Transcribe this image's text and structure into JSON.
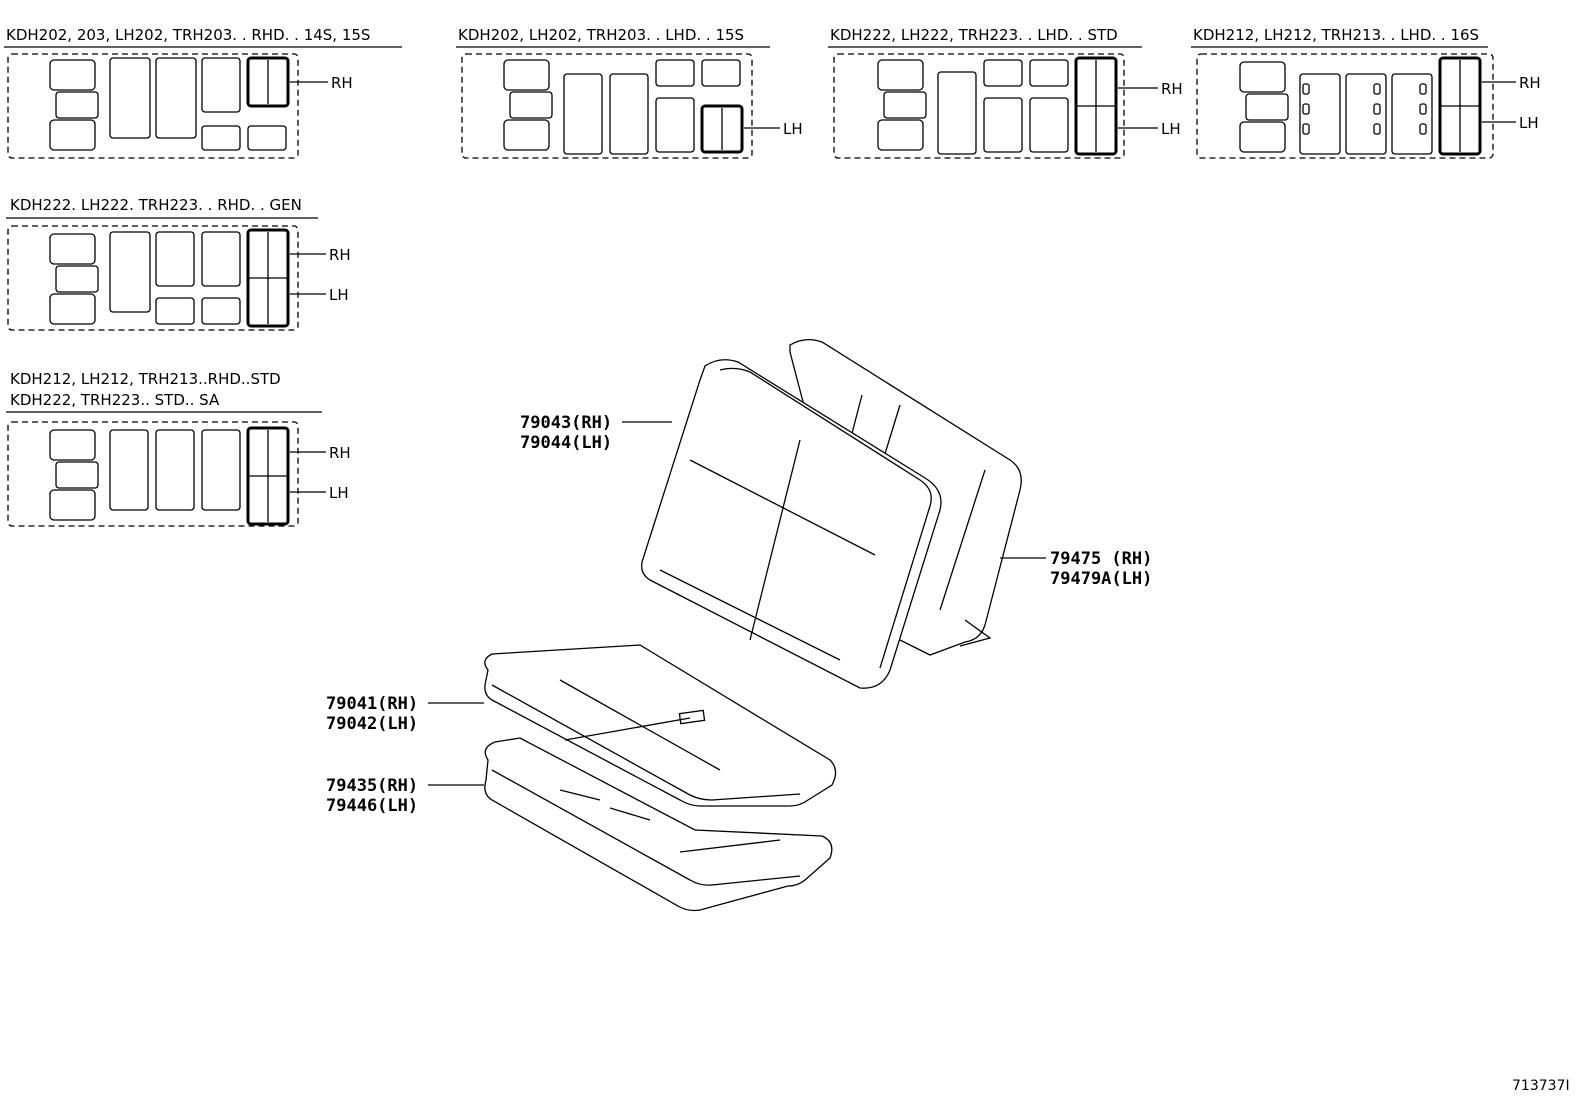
{
  "variants": [
    {
      "header": "KDH202, 203, LH202, TRH203. . RHD. . 14S, 15S",
      "callouts": [
        "RH"
      ]
    },
    {
      "header": "KDH202, LH202, TRH203. . LHD. . 15S",
      "callouts": [
        "LH"
      ]
    },
    {
      "header": "KDH222, LH222, TRH223. . LHD. . STD",
      "callouts": [
        "RH",
        "LH"
      ]
    },
    {
      "header": "KDH212, LH212, TRH213. . LHD. . 16S",
      "callouts": [
        "RH",
        "LH"
      ]
    },
    {
      "header": "KDH222. LH222. TRH223. . RHD. . GEN",
      "callouts": [
        "RH",
        "LH"
      ]
    },
    {
      "header": "KDH212, LH212, TRH213..RHD..STD",
      "header2": "KDH222, TRH223.. STD.. SA",
      "callouts": [
        "RH",
        "LH"
      ]
    }
  ],
  "parts": [
    {
      "line1": "79043(RH)",
      "line2": "79044(LH)"
    },
    {
      "line1": "79475 (RH)",
      "line2": "79479A(LH)"
    },
    {
      "line1": "79041(RH)",
      "line2": "79042(LH)"
    },
    {
      "line1": "79435(RH)",
      "line2": "79446(LH)"
    }
  ],
  "diagram_code": "713737I"
}
